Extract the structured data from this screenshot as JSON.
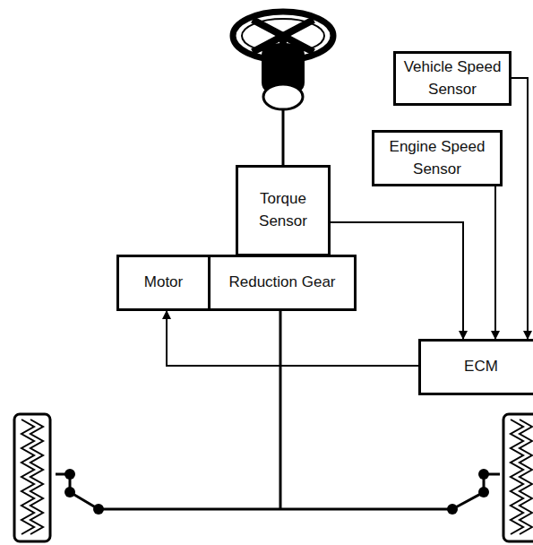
{
  "diagram": {
    "nodes": [
      {
        "text": [
          "Vehicle Speed Sensor"
        ]
      },
      {
        "text": [
          "Engine Speed Sensor"
        ]
      },
      {
        "text": [
          "Torque Sensor"
        ]
      },
      {
        "text": [
          "Motor"
        ]
      },
      {
        "text": [
          "Reduction Gear"
        ]
      },
      {
        "text": [
          "ECM"
        ]
      }
    ],
    "edges": [
      {
        "from": 2,
        "to": 5,
        "arrow": "to"
      },
      {
        "from": 1,
        "to": 5,
        "arrow": "to"
      },
      {
        "from": 0,
        "to": 5,
        "arrow": "to"
      },
      {
        "from": 5,
        "to": 3,
        "arrow": "to"
      }
    ]
  }
}
